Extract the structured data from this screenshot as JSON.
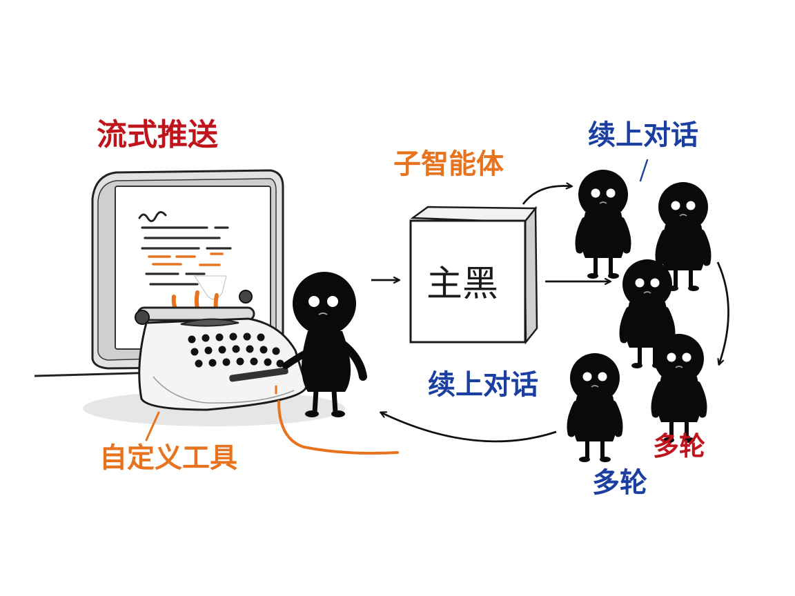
{
  "labels": {
    "streaming": "流式推送",
    "subagent": "子智能体",
    "continue_top": "续上对话",
    "continue_bottom": "续上对话",
    "main_box": "主黑",
    "custom_tool": "自定义工具",
    "multiturn_red": "多轮",
    "multiturn_blue": "多轮"
  },
  "colors": {
    "red": "#c0141c",
    "orange": "#e8731e",
    "blue": "#1b3fa0",
    "ink": "#111111"
  }
}
